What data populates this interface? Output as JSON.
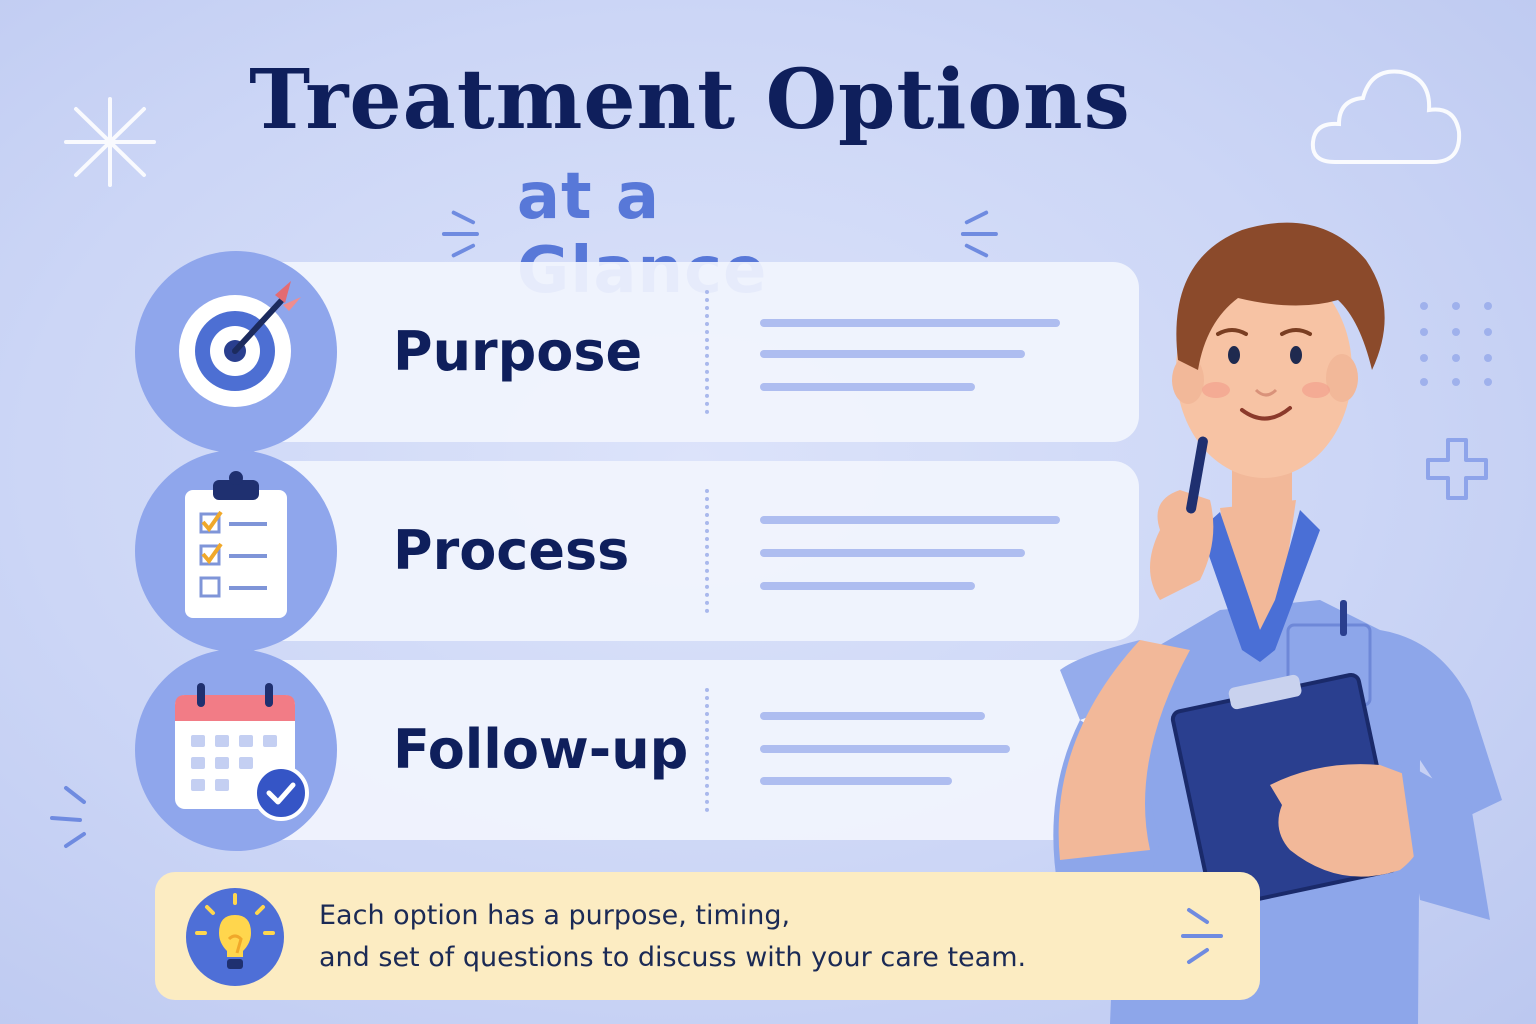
{
  "header": {
    "title": "Treatment Options",
    "subtitle": "at a Glance"
  },
  "rows": [
    {
      "label": "Purpose",
      "icon": "target-icon"
    },
    {
      "label": "Process",
      "icon": "clipboard-checklist-icon"
    },
    {
      "label": "Follow-up",
      "icon": "calendar-check-icon"
    }
  ],
  "tip": {
    "icon": "lightbulb-icon",
    "line1": "Each option has a purpose, timing,",
    "line2": "and set of questions to discuss with your care team."
  },
  "illustration": {
    "subject": "healthcare-worker",
    "icons": [
      "cloud-icon",
      "sparkle-icon",
      "plus-icon",
      "dots-grid-icon"
    ]
  },
  "colors": {
    "background": "#ccd6f6",
    "title": "#0f1f5c",
    "accent": "#5878d8",
    "badge": "#8fa6ec",
    "tip_background": "#fcecc2",
    "scrubs": "#8da6ea"
  }
}
